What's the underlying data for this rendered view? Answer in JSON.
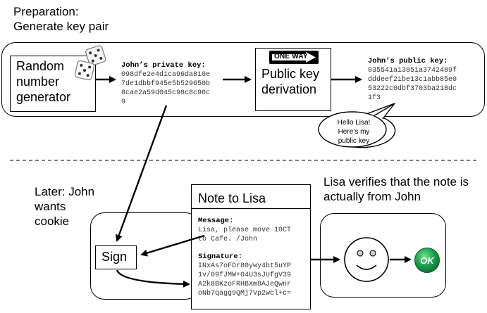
{
  "preparation": {
    "title_line1": "Preparation:",
    "title_line2": "Generate key pair"
  },
  "rng": {
    "line1": "Random",
    "line2": "number",
    "line3": "generator",
    "icon": "dice-icon"
  },
  "private_key": {
    "label": "John’s private key:",
    "lines": [
      "098dfe2e4d1ca96da810e",
      "7de1dbbf945e5b529650b",
      "8cae2a59d045c98c8c96c",
      "9"
    ]
  },
  "derivation": {
    "sign_text": "ONE WAY",
    "line1": "Public key",
    "line2": "derivation"
  },
  "public_key": {
    "label": "John’s public key:",
    "lines": [
      "035541a13851a3742489f",
      "dddeef21be13c1abb85e0",
      "53222c0dbf3703ba218dc",
      "1f3"
    ]
  },
  "bubble": {
    "line1": "Hello Lisa!",
    "line2": "Here’s my",
    "line3": "public key"
  },
  "later": {
    "line1": "Later: John",
    "line2": "wants",
    "line3": "cookie"
  },
  "sign": {
    "label": "Sign"
  },
  "note": {
    "title": "Note to Lisa",
    "message_label": "Message:",
    "message_lines": [
      "Lisa, please move 10CT",
      "to Cafe. /John"
    ],
    "signature_label": "Signature:",
    "signature_lines": [
      "INxAs7oFDr80ywy4bt5uYP",
      "1v/09fJMW+04U3sJUfgV39",
      "A2k8BKzoFRHBXm8AJeQwnr",
      "oNb7qagg9QMj7Vp2wcl+c="
    ]
  },
  "verify": {
    "line1": "Lisa verifies that the note is",
    "line2": "actually from John"
  },
  "ok": {
    "label": "OK"
  },
  "colors": {
    "ok_green": "#1aa04a",
    "ok_dark": "#0b6e2f",
    "face_fill": "#ffffff",
    "dashed_line": "#000000"
  }
}
